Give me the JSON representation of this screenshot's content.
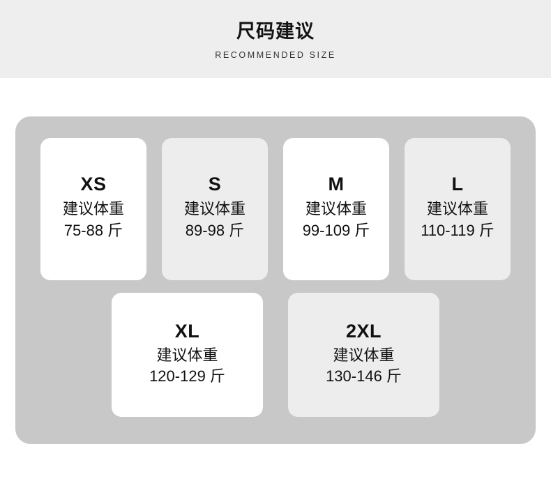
{
  "header": {
    "title": "尺码建议",
    "subtitle": "RECOMMENDED SIZE"
  },
  "colors": {
    "header_band": "#eeeeee",
    "panel": "#c8c8c8",
    "card_white": "#ffffff",
    "card_gray": "#ededed",
    "text": "#111111",
    "page_background": "#ffffff"
  },
  "size_table": {
    "note_label": "建议体重",
    "unit": "斤",
    "rows": [
      {
        "cards": [
          {
            "size": "XS",
            "note": "建议体重",
            "range": "75-88 斤",
            "range_min": 75,
            "range_max": 88,
            "fill": "white"
          },
          {
            "size": "S",
            "note": "建议体重",
            "range": "89-98 斤",
            "range_min": 89,
            "range_max": 98,
            "fill": "gray"
          },
          {
            "size": "M",
            "note": "建议体重",
            "range": "99-109 斤",
            "range_min": 99,
            "range_max": 109,
            "fill": "white"
          },
          {
            "size": "L",
            "note": "建议体重",
            "range": "110-119 斤",
            "range_min": 110,
            "range_max": 119,
            "fill": "gray"
          }
        ]
      },
      {
        "cards": [
          {
            "size": "XL",
            "note": "建议体重",
            "range": "120-129 斤",
            "range_min": 120,
            "range_max": 129,
            "fill": "white"
          },
          {
            "size": "2XL",
            "note": "建议体重",
            "range": "130-146 斤",
            "range_min": 130,
            "range_max": 146,
            "fill": "gray"
          }
        ]
      }
    ]
  }
}
